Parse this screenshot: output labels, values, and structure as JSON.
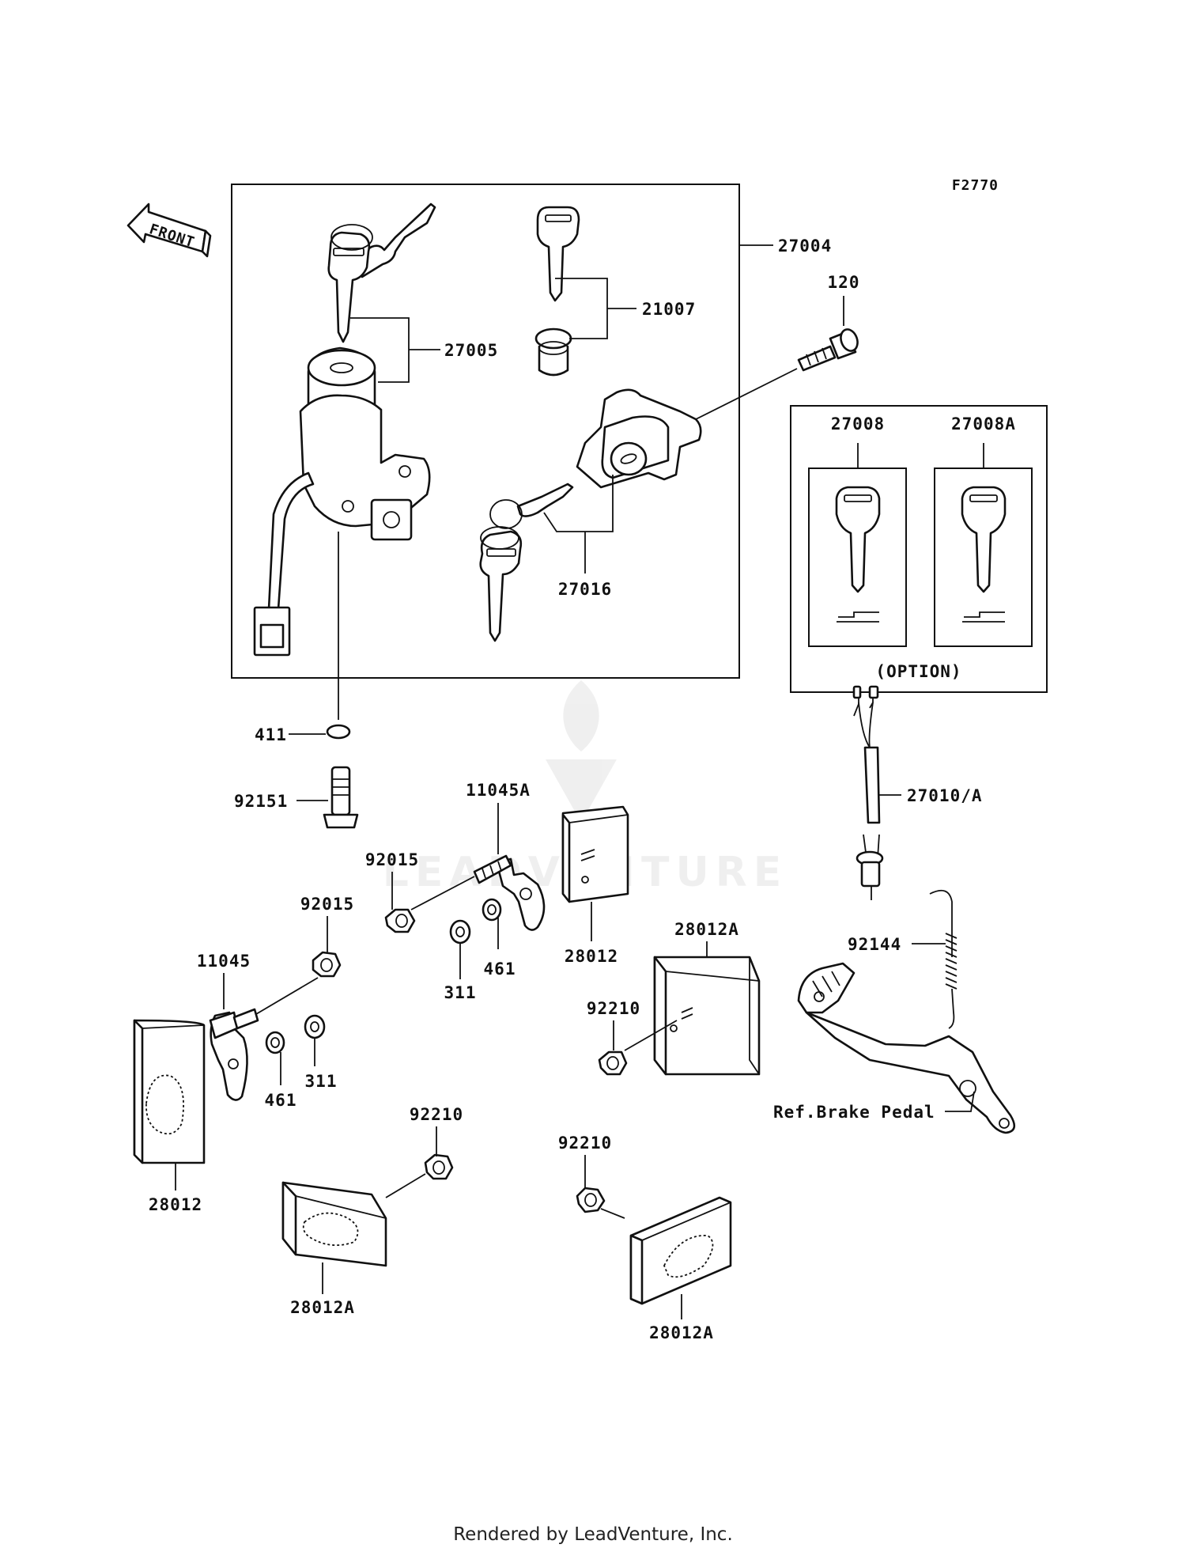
{
  "diagram": {
    "ref_code": "F2770",
    "front_label": "FRONT",
    "option_label": "(OPTION)",
    "labels": {
      "p27004": "27004",
      "p21007": "21007",
      "p27005": "27005",
      "p120": "120",
      "p27008": "27008",
      "p27008A": "27008A",
      "p27016": "27016",
      "p411": "411",
      "p27010A": "27010/A",
      "p92151": "92151",
      "p11045A": "11045A",
      "p92015a": "92015",
      "p92015b": "92015",
      "p28012a": "28012",
      "p461a": "461",
      "p311a": "311",
      "p28012A_a": "28012A",
      "p92144": "92144",
      "p11045": "11045",
      "p92210a": "92210",
      "p461b": "461",
      "p311b": "311",
      "ref_brake": "Ref.Brake Pedal",
      "p28012b": "28012",
      "p92210b": "92210",
      "p92210c": "92210",
      "p28012A_b": "28012A",
      "p28012A_c": "28012A"
    }
  },
  "footer": "Rendered by LeadVenture, Inc."
}
